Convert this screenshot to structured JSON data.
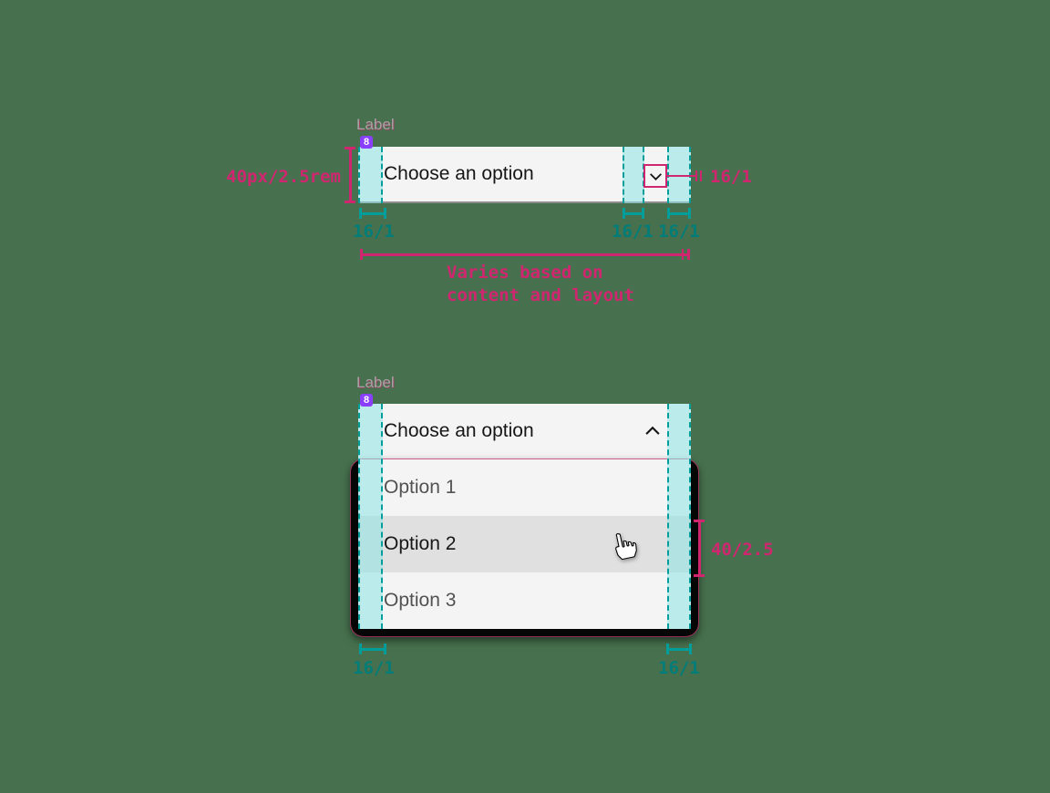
{
  "colors": {
    "background": "#47714e",
    "annotation_pink": "#d02670",
    "annotation_teal": "#009d9a",
    "spacing_badge_purple": "#8a3ffc",
    "field_background": "#f4f4f4",
    "hover_row_background": "#e0e0e0"
  },
  "spec_closed": {
    "label": "Label",
    "spacing_badge": "8",
    "field_text": "Choose an option",
    "height_label": "40px/2.5rem",
    "icon_margin_label": "16/1",
    "left_padding_label": "16/1",
    "icon_gap_label": "16/1",
    "right_padding_label": "16/1",
    "width_note_line1": "Varies based on",
    "width_note_line2": "content and layout",
    "chevron_icon": "chevron-down"
  },
  "spec_open": {
    "label": "Label",
    "spacing_badge": "8",
    "field_text": "Choose an option",
    "chevron_icon": "chevron-up",
    "options": [
      "Option 1",
      "Option 2",
      "Option 3"
    ],
    "hovered_option": "Option 2",
    "row_height_label": "40/2.5",
    "left_padding_label": "16/1",
    "right_padding_label": "16/1"
  }
}
